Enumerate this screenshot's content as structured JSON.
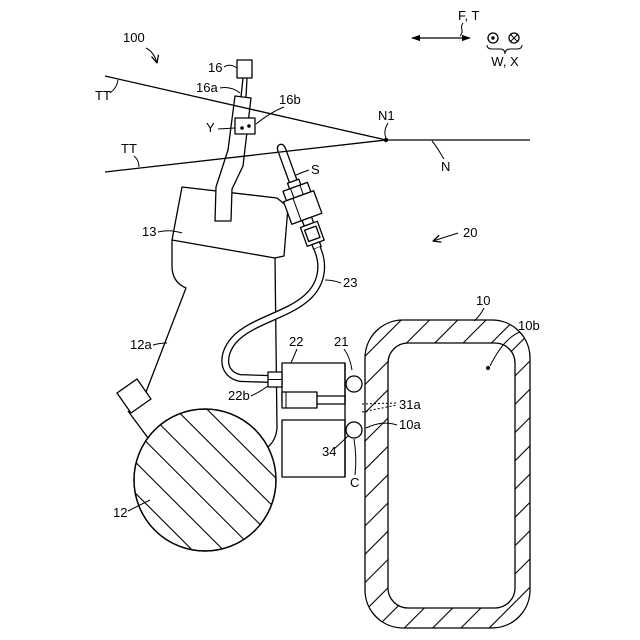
{
  "labels": {
    "ref_100": "100",
    "dir_ft": "F, T",
    "dir_wx": "W, X",
    "ref_16": "16",
    "ref_16a": "16a",
    "ref_16b": "16b",
    "ref_y": "Y",
    "ref_tt_upper": "TT",
    "ref_tt_lower": "TT",
    "ref_n1": "N1",
    "ref_n": "N",
    "ref_s": "S",
    "ref_13": "13",
    "ref_20": "20",
    "ref_23": "23",
    "ref_10": "10",
    "ref_10b": "10b",
    "ref_12a": "12a",
    "ref_22": "22",
    "ref_21": "21",
    "ref_22b": "22b",
    "ref_31a": "31a",
    "ref_10a": "10a",
    "ref_34": "34",
    "ref_c": "C",
    "ref_12": "12"
  },
  "icons": {
    "direction_arrow": "double-arrow-icon",
    "out_of_plane": "dot-circle-icon",
    "into_plane": "cross-circle-icon",
    "grouping": "brace-icon",
    "pointer": "arrow-icon"
  },
  "colors": {
    "line": "#000000",
    "background": "#ffffff"
  }
}
